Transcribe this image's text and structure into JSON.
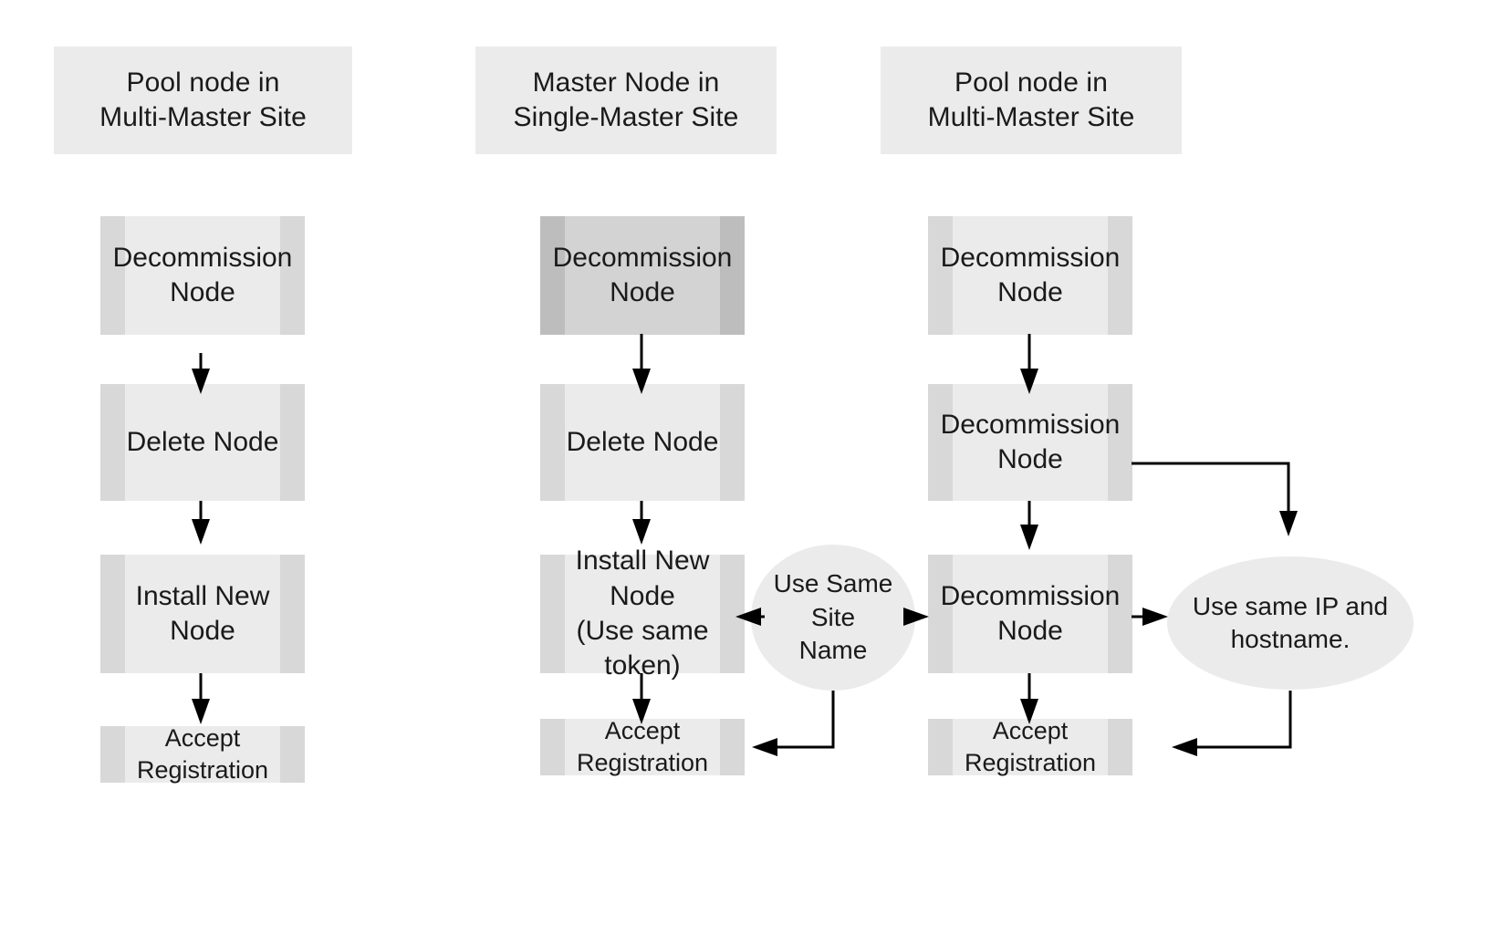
{
  "diagram": {
    "title": "Node replacement procedures by site type",
    "background": "#ffffff",
    "palette": {
      "band_fill": "#ebebeb",
      "box_fill_light": "#ebebeb",
      "box_side_light": "#d8d8d8",
      "box_fill_dark": "#d3d3d3",
      "box_side_dark": "#bdbdbd",
      "connector": "#000000",
      "text": "#1a1a1a"
    },
    "columns": [
      {
        "id": "col-pool-multi-left",
        "header": "Pool node in\nMulti-Master Site",
        "steps": [
          {
            "id": "c1-s1",
            "label": "Decommission\nNode",
            "shade": "light"
          },
          {
            "id": "c1-s2",
            "label": "Delete Node",
            "shade": "light"
          },
          {
            "id": "c1-s3",
            "label": "Install New Node",
            "shade": "light"
          },
          {
            "id": "c1-s4",
            "label": "Accept Registration",
            "shade": "light"
          }
        ]
      },
      {
        "id": "col-master-single",
        "header": "Master Node in\nSingle-Master Site",
        "steps": [
          {
            "id": "c2-s1",
            "label": "Decommission\nNode",
            "shade": "dark"
          },
          {
            "id": "c2-s2",
            "label": "Delete Node",
            "shade": "light"
          },
          {
            "id": "c2-s3",
            "label": "Install New Node\n(Use same token)",
            "shade": "light"
          },
          {
            "id": "c2-s4",
            "label": "Accept Registration",
            "shade": "light"
          }
        ]
      },
      {
        "id": "col-pool-multi-right",
        "header": "Pool node in\nMulti-Master Site",
        "steps": [
          {
            "id": "c3-s1",
            "label": "Decommission\nNode",
            "shade": "light"
          },
          {
            "id": "c3-s2",
            "label": "Decommission\nNode",
            "shade": "light"
          },
          {
            "id": "c3-s3",
            "label": "Decommission\nNode",
            "shade": "light"
          },
          {
            "id": "c3-s4",
            "label": "Accept Registration",
            "shade": "light"
          }
        ]
      }
    ],
    "notes": [
      {
        "id": "note-site-name",
        "label": "Use Same Site\nName",
        "shape": "ellipse"
      },
      {
        "id": "note-ip-hostname",
        "label": "Use same IP and\nhostname.",
        "shape": "ellipse"
      }
    ],
    "connectors": [
      {
        "id": "c1-s1-to-c1-s2",
        "from": "c1-s1",
        "to": "c1-s2",
        "kind": "arrow-down"
      },
      {
        "id": "c1-s2-to-c1-s3",
        "from": "c1-s2",
        "to": "c1-s3",
        "kind": "arrow-down"
      },
      {
        "id": "c1-s3-to-c1-s4",
        "from": "c1-s3",
        "to": "c1-s4",
        "kind": "arrow-down"
      },
      {
        "id": "c2-s1-to-c2-s2",
        "from": "c2-s1",
        "to": "c2-s2",
        "kind": "arrow-down"
      },
      {
        "id": "c2-s2-to-c2-s3",
        "from": "c2-s2",
        "to": "c2-s3",
        "kind": "arrow-down"
      },
      {
        "id": "c2-s3-to-c2-s4",
        "from": "c2-s3",
        "to": "c2-s4",
        "kind": "arrow-down"
      },
      {
        "id": "note-site-name-to-c2-s3",
        "from": "note-site-name",
        "to": "c2-s3",
        "kind": "arrow-left"
      },
      {
        "id": "note-site-name-to-c2-s4",
        "from": "note-site-name",
        "to": "c2-s4",
        "kind": "elbow-down-left"
      },
      {
        "id": "note-site-name-to-c3-s3",
        "from": "note-site-name",
        "to": "c3-s3",
        "kind": "arrow-right"
      },
      {
        "id": "c3-s1-to-c3-s2",
        "from": "c3-s1",
        "to": "c3-s2",
        "kind": "arrow-down"
      },
      {
        "id": "c3-s2-to-c3-s3",
        "from": "c3-s2",
        "to": "c3-s3",
        "kind": "arrow-down"
      },
      {
        "id": "c3-s3-to-c3-s4",
        "from": "c3-s3",
        "to": "c3-s4",
        "kind": "arrow-down"
      },
      {
        "id": "c3-s2-to-note-ip-hostname",
        "from": "c3-s2",
        "to": "note-ip-hostname",
        "kind": "elbow-right-down"
      },
      {
        "id": "c3-s3-to-note-ip-hostname",
        "from": "c3-s3",
        "to": "note-ip-hostname",
        "kind": "arrow-right"
      },
      {
        "id": "note-ip-hostname-to-c3-s4",
        "from": "note-ip-hostname",
        "to": "c3-s4",
        "kind": "elbow-down-left"
      }
    ]
  }
}
